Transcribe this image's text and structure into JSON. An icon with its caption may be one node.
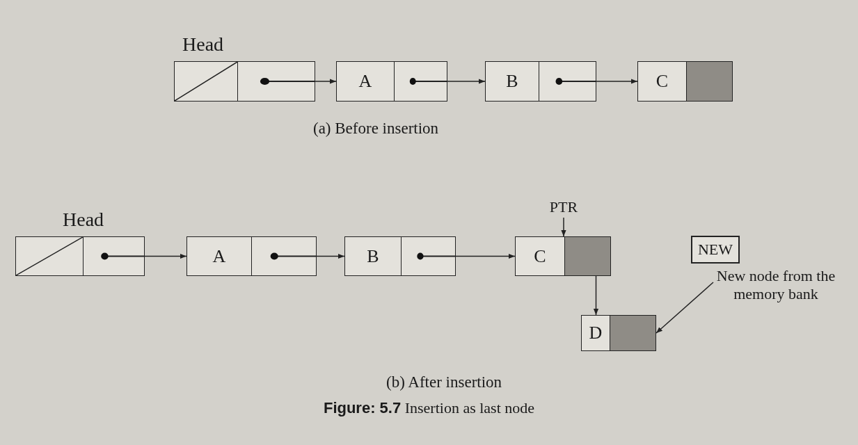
{
  "diagram": {
    "caption": "**Figure: 5.7** Insertion as last node",
    "nodes": [
      {
        "text": [
          "Head"
        ]
      },
      {
        "text": [
          "A"
        ]
      },
      {
        "text": [
          "B"
        ]
      },
      {
        "text": [
          "C"
        ]
      },
      {
        "text": [
          "Head"
        ]
      },
      {
        "text": [
          "A"
        ]
      },
      {
        "text": [
          "B"
        ]
      },
      {
        "text": [
          "C"
        ]
      },
      {
        "text": [
          "PTR"
        ]
      },
      {
        "text": [
          "NEW"
        ]
      },
      {
        "text": [
          "D"
        ]
      },
      {
        "text": [
          "New node from the memory bank"
        ]
      }
    ],
    "edges": [
      {
        "from": 0,
        "to": 1,
        "arrow": "to"
      },
      {
        "from": 1,
        "to": 2,
        "arrow": "to"
      },
      {
        "from": 2,
        "to": 3,
        "arrow": "to"
      },
      {
        "from": 4,
        "to": 5,
        "arrow": "to"
      },
      {
        "from": 5,
        "to": 6,
        "arrow": "to"
      },
      {
        "from": 6,
        "to": 7,
        "arrow": "to"
      },
      {
        "from": 8,
        "to": 7,
        "arrow": "to"
      },
      {
        "from": 7,
        "to": 10,
        "arrow": "to"
      },
      {
        "from": 11,
        "to": 10,
        "arrow": "to"
      }
    ],
    "labels": [
      "(a) Before insertion",
      "(b) After insertion"
    ]
  }
}
